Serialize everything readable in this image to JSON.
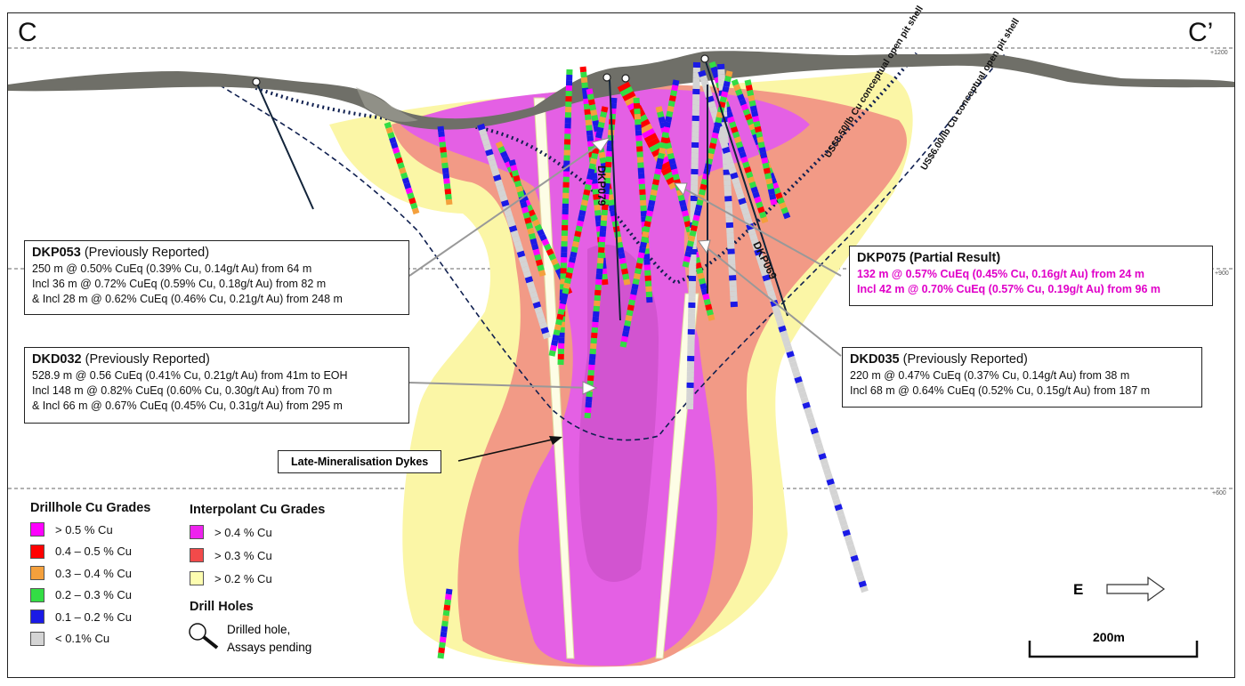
{
  "section": {
    "left_label": "C",
    "right_label": "C’",
    "elev_labels": [
      "+1200",
      "+900",
      "+600"
    ]
  },
  "holes": [
    "DKP079",
    "DKP069"
  ],
  "pit_shells": {
    "shell_350": "US$3.50/lb Cu conceptual open pit shell",
    "shell_600": "US$6.00/lb Cu conceptual open pit shell"
  },
  "callouts": {
    "dkp053": {
      "name": "DKP053",
      "status": " (Previously Reported)",
      "lines": [
        "250 m @ 0.50% CuEq (0.39% Cu, 0.14g/t Au) from 64 m",
        "Incl 36 m @ 0.72% CuEq (0.59% Cu, 0.18g/t Au) from 82 m",
        "& Incl 28 m @ 0.62% CuEq (0.46% Cu, 0.21g/t Au) from 248 m"
      ]
    },
    "dkd032": {
      "name": "DKD032",
      "status": " (Previously Reported)",
      "lines": [
        "528.9 m @ 0.56 CuEq (0.41% Cu, 0.21g/t Au) from 41m to EOH",
        "Incl 148 m @ 0.82% CuEq (0.60% Cu, 0.30g/t Au) from 70 m",
        "& Incl 66 m @ 0.67% CuEq (0.45% Cu, 0.31g/t Au) from 295 m"
      ]
    },
    "dkp075": {
      "name": "DKP075 (Partial Result)",
      "lines": [
        "132 m @ 0.57% CuEq (0.45% Cu, 0.16g/t Au) from 24 m",
        "Incl 42 m @ 0.70% CuEq (0.57% Cu, 0.19g/t Au) from 96 m"
      ]
    },
    "dkd035": {
      "name": "DKD035",
      "status": " (Previously Reported)",
      "lines": [
        "220 m @ 0.47% CuEq (0.37% Cu, 0.14g/t Au) from 38 m",
        "Incl 68 m @ 0.64% CuEq (0.52% Cu, 0.15g/t Au) from 187 m"
      ]
    }
  },
  "dykes_label": "Late-Mineralisation Dykes",
  "legend": {
    "drillhole": {
      "title": "Drillhole Cu Grades",
      "items": [
        {
          "label": "> 0.5 % Cu",
          "color": "#ff00ff"
        },
        {
          "label": "0.4 – 0.5 % Cu",
          "color": "#ff0000"
        },
        {
          "label": "0.3 – 0.4 % Cu",
          "color": "#f4a03c"
        },
        {
          "label": "0.2 – 0.3 % Cu",
          "color": "#33dd44"
        },
        {
          "label": "0.1 – 0.2 % Cu",
          "color": "#1a1ae6"
        },
        {
          "label": "< 0.1% Cu",
          "color": "#d4d4d4"
        }
      ]
    },
    "interpolant": {
      "title": "Interpolant Cu Grades",
      "items": [
        {
          "label": "> 0.4 % Cu",
          "color": "#ee22ee"
        },
        {
          "label": "> 0.3 % Cu",
          "color": "#f24a4a"
        },
        {
          "label": "> 0.2 % Cu",
          "color": "#fdfdb0"
        }
      ]
    },
    "drill_holes": {
      "title": "Drill Holes",
      "pending_line1": "Drilled hole,",
      "pending_line2": "Assays pending"
    }
  },
  "direction": "E",
  "scale_label": "200m",
  "colors": {
    "shell_high": "#dd55dd",
    "shell_mid": "#f29a86",
    "shell_low": "#fbf6a6",
    "topo": "#6d6d66"
  }
}
